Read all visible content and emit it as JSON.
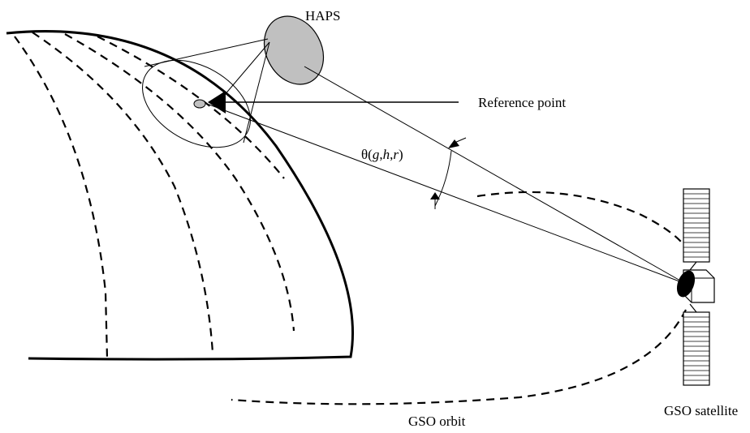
{
  "labels": {
    "haps": "HAPS",
    "reference_point": "Reference point",
    "angle_label": "θ(g,h,r)",
    "gso_orbit": "GSO orbit",
    "gso_satellite": "GSO satellite"
  },
  "colors": {
    "haps_fill": "#c0c0c0",
    "line": "#000000"
  }
}
